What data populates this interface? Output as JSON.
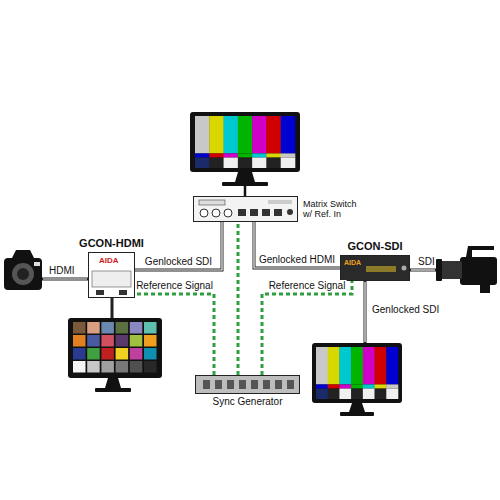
{
  "diagram": {
    "nodes": [
      {
        "text": [
          "Matrix Switch w/ Ref. In"
        ]
      },
      {
        "text": [
          "GCON-HDMI"
        ]
      },
      {
        "text": [
          "GCON-SDI"
        ]
      },
      {
        "text": [
          "Sync Generator"
        ]
      }
    ],
    "edges": [
      {
        "from": 1,
        "to": 0,
        "label": "Genlocked SDI",
        "arrow": "none"
      },
      {
        "from": 2,
        "to": 0,
        "label": "Genlocked HDMI",
        "arrow": "none"
      },
      {
        "from": 3,
        "to": 1,
        "label": "Reference Signal",
        "arrow": "none"
      },
      {
        "from": 3,
        "to": 2,
        "label": "Reference Signal",
        "arrow": "none"
      },
      {
        "from": 3,
        "to": 0,
        "arrow": "none"
      }
    ],
    "labels": [
      "HDMI",
      "SDI",
      "Genlocked SDI",
      "AIDA",
      "AIDA"
    ]
  }
}
